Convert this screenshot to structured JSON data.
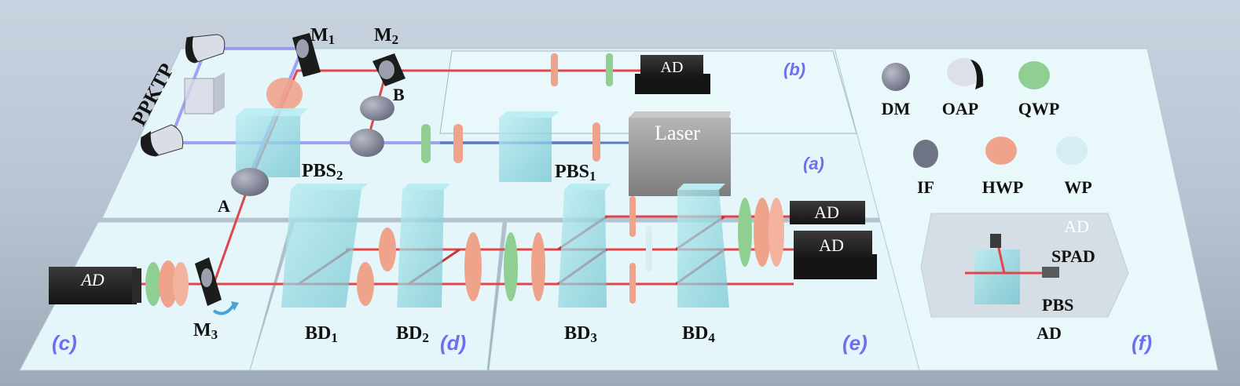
{
  "labels": {
    "ppktp": "PPKTP",
    "m1": "M",
    "m1_sub": "1",
    "m2": "M",
    "m2_sub": "2",
    "m3": "M",
    "m3_sub": "3",
    "b": "B",
    "a": "A",
    "pbs2": "PBS",
    "pbs2_sub": "2",
    "pbs1": "PBS",
    "pbs1_sub": "1",
    "laser": "Laser",
    "bd1": "BD",
    "bd1_sub": "1",
    "bd2": "BD",
    "bd2_sub": "2",
    "bd3": "BD",
    "bd3_sub": "3",
    "bd4": "BD",
    "bd4_sub": "4"
  },
  "detector_label": "AD",
  "panels": [
    "(a)",
    "(b)",
    "(c)",
    "(d)",
    "(e)",
    "(f)"
  ],
  "legend": {
    "items": [
      "DM",
      "OAP",
      "QWP",
      "IF",
      "HWP",
      "WP"
    ],
    "inset": {
      "ad_top": "AD",
      "spad": "SPAD",
      "pbs": "PBS",
      "ad_bottom": "AD"
    }
  },
  "colors": {
    "beam_red": "#e0464b",
    "beam_blue": "#8e8cf3",
    "hwp": "#f0a38b",
    "qwp": "#8fcf92",
    "crystal": "#8fd4dd",
    "table": "#e6f7fb",
    "panel_tag": "#6b6ff0"
  }
}
